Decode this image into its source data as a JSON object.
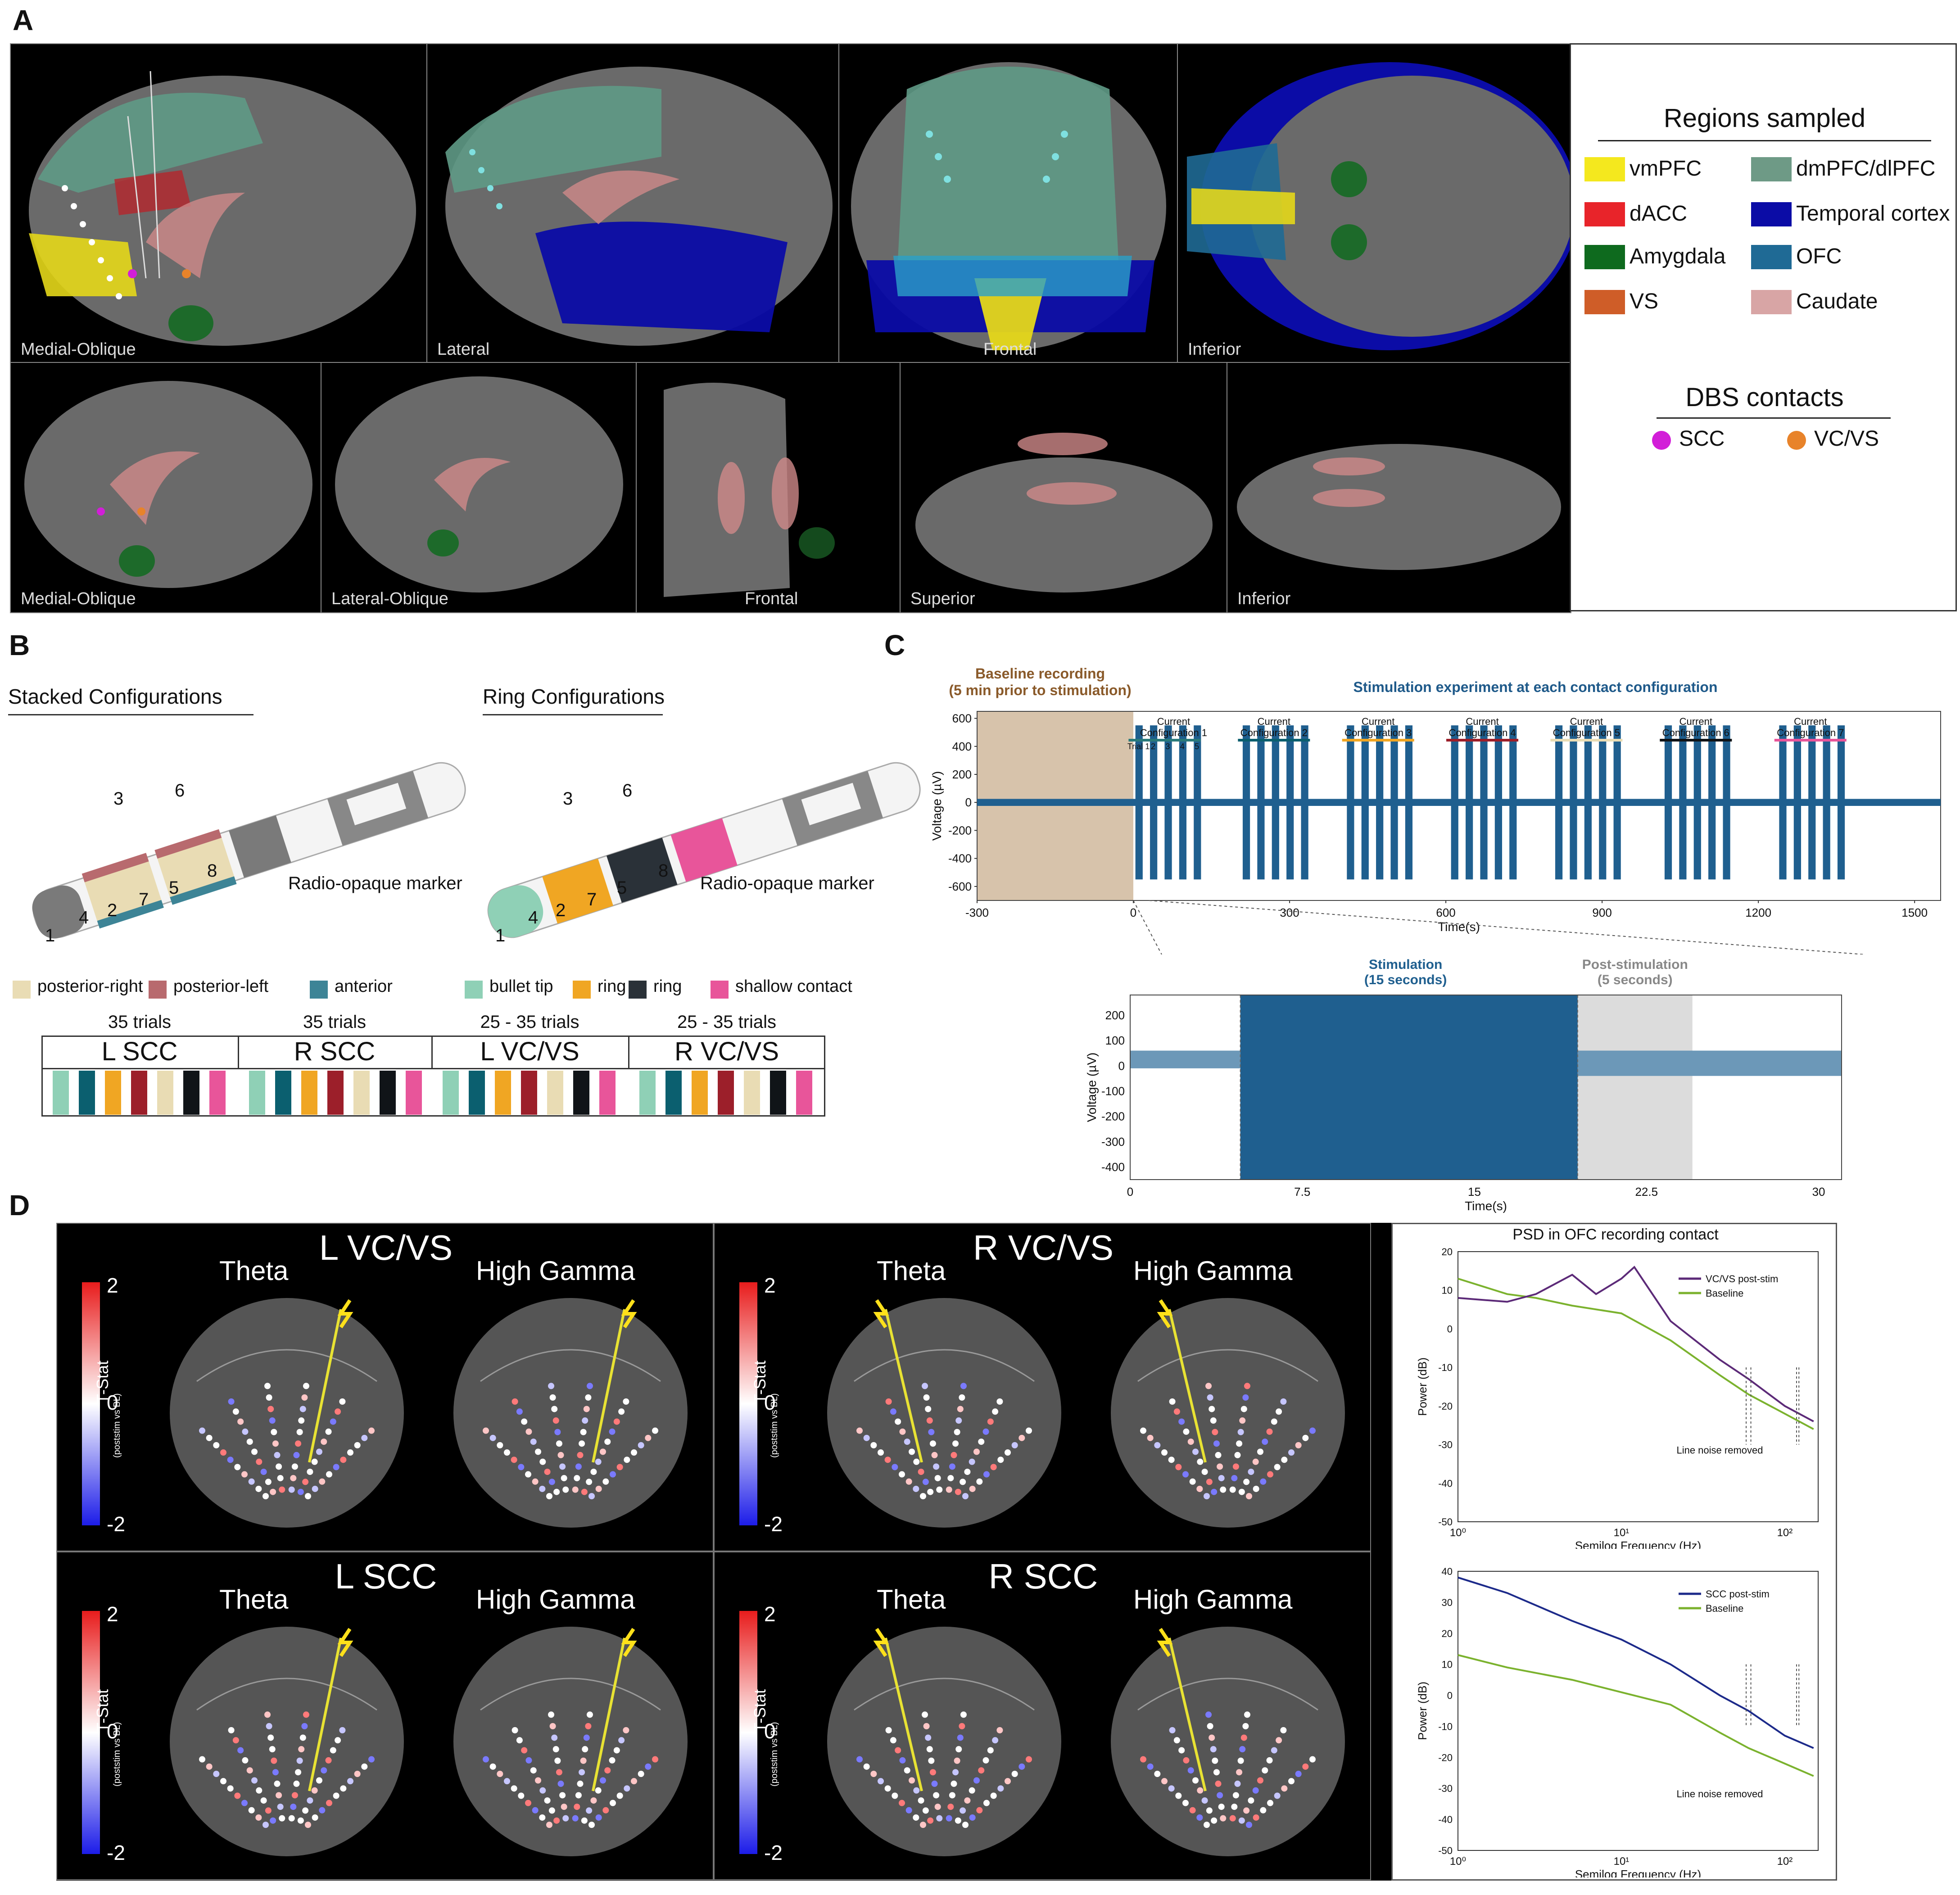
{
  "panels": {
    "A": "A",
    "B": "B",
    "C": "C",
    "D": "D"
  },
  "panelA": {
    "views_top": [
      "Medial-Oblique",
      "Lateral",
      "Frontal",
      "Inferior"
    ],
    "views_bottom": [
      "Medial-Oblique",
      "Lateral-Oblique",
      "Frontal",
      "Superior",
      "Inferior"
    ],
    "legend": {
      "regions_title": "Regions sampled",
      "regions": [
        {
          "label": "vmPFC",
          "color": "#f4e81e"
        },
        {
          "label": "dmPFC/dlPFC",
          "color": "#6e9a86"
        },
        {
          "label": "dACC",
          "color": "#e8242a"
        },
        {
          "label": "Temporal cortex",
          "color": "#0b0ca6"
        },
        {
          "label": "Amygdala",
          "color": "#0e6a1e"
        },
        {
          "label": "OFC",
          "color": "#1f6a95"
        },
        {
          "label": "VS",
          "color": "#cf5d28"
        },
        {
          "label": "Caudate",
          "color": "#d8a5a5"
        }
      ],
      "dbs_title": "DBS contacts",
      "dbs": [
        {
          "label": "SCC",
          "color": "#d21ed8"
        },
        {
          "label": "VC/VS",
          "color": "#e8832a"
        }
      ]
    }
  },
  "panelB": {
    "stacked_title": "Stacked Configurations",
    "ring_title": "Ring Configurations",
    "marker_label": "Radio-opaque marker",
    "stacked_numbers": [
      "1",
      "4",
      "2",
      "7",
      "5",
      "3",
      "6",
      "8"
    ],
    "ring_numbers": [
      "1",
      "4",
      "2",
      "7",
      "5",
      "3",
      "6",
      "8"
    ],
    "legend": [
      {
        "label": "posterior-right",
        "color": "#e9dcb4"
      },
      {
        "label": "posterior-left",
        "color": "#b86a6e"
      },
      {
        "label": "anterior",
        "color": "#3d8496"
      },
      {
        "label": "bullet tip",
        "color": "#8fd0b6"
      },
      {
        "label": "ring",
        "color": "#f0a623"
      },
      {
        "label": "ring",
        "color": "#2a3138"
      },
      {
        "label": "shallow contact",
        "color": "#e8559a"
      }
    ],
    "trial_groups": [
      {
        "trials": "35 trials",
        "name": "L SCC",
        "colors": [
          "#8fd0b6",
          "#0b5f6f",
          "#f0a623",
          "#9c1f2a",
          "#e9dcb4",
          "#101418",
          "#e8559a"
        ]
      },
      {
        "trials": "35 trials",
        "name": "R SCC",
        "colors": [
          "#8fd0b6",
          "#0b5f6f",
          "#f0a623",
          "#9c1f2a",
          "#e9dcb4",
          "#101418",
          "#e8559a"
        ]
      },
      {
        "trials": "25 - 35 trials",
        "name": "L VC/VS",
        "colors": [
          "#8fd0b6",
          "#0b5f6f",
          "#f0a623",
          "#9c1f2a",
          "#e9dcb4",
          "#101418",
          "#e8559a"
        ]
      },
      {
        "trials": "25 - 35 trials",
        "name": "R VC/VS",
        "colors": [
          "#8fd0b6",
          "#0b5f6f",
          "#f0a623",
          "#9c1f2a",
          "#e9dcb4",
          "#101418",
          "#e8559a"
        ]
      }
    ]
  },
  "panelC": {
    "baseline_title": "Baseline recording",
    "baseline_sub": "(5 min prior to stimulation)",
    "stim_title": "Stimulation experiment at each contact configuration",
    "configs": [
      "Current Configuration 1",
      "Current Configuration 2",
      "Current Configuration 3",
      "Current Configuration 4",
      "Current Configuration 5",
      "Current Configuration 6",
      "Current Configuration 7"
    ],
    "config_colors": [
      "#2a7a7a",
      "#0b5f6f",
      "#f0a623",
      "#9c1f2a",
      "#e9dcb4",
      "#101418",
      "#e8559a"
    ],
    "trial_labels": [
      "Trial 1",
      "2",
      "3",
      "4",
      "5"
    ],
    "ylabel": "Voltage (µV)",
    "xlabel": "Time(s)",
    "yticks": [
      "600",
      "400",
      "200",
      "0",
      "-200",
      "-400",
      "-600"
    ],
    "xticks": [
      "-300",
      "0",
      "300",
      "600",
      "900",
      "1200",
      "1500"
    ],
    "inset": {
      "stim_title": "Stimulation",
      "stim_sub": "(15 seconds)",
      "post_title": "Post-stimulation",
      "post_sub": "(5 seconds)",
      "ylabel": "Voltage (µV)",
      "xlabel": "Time(s)",
      "yticks": [
        "200",
        "100",
        "0",
        "-100",
        "-200",
        "-300",
        "-400"
      ],
      "xticks": [
        "0",
        "7.5",
        "15",
        "22.5",
        "30"
      ]
    }
  },
  "panelD": {
    "groups": [
      {
        "title": "L VC/VS",
        "left": "Theta",
        "right": "High Gamma"
      },
      {
        "title": "R VC/VS",
        "left": "Theta",
        "right": "High Gamma"
      },
      {
        "title": "L SCC",
        "left": "Theta",
        "right": "High Gamma"
      },
      {
        "title": "R SCC",
        "left": "Theta",
        "right": "High Gamma"
      }
    ],
    "colorbar": {
      "max": "2",
      "mid": "0",
      "min": "-2",
      "label": "T-Stat",
      "sublabel": "(poststim vs BL)"
    },
    "psd_title": "PSD in OFC recording contact",
    "psd_ylabel": "Power (dB)",
    "psd_xlabel": "Semilog Frequency (Hz)",
    "psd_top": {
      "legend": [
        "VC/VS post-stim",
        "Baseline"
      ],
      "colors": [
        "#5c2a78",
        "#7bb22e"
      ],
      "annotation": "Line noise removed",
      "yticks": [
        "20",
        "10",
        "0",
        "-10",
        "-20",
        "-30",
        "-40",
        "-50"
      ]
    },
    "psd_bottom": {
      "legend": [
        "SCC post-stim",
        "Baseline"
      ],
      "colors": [
        "#1c2a8a",
        "#7bb22e"
      ],
      "annotation": "Line noise removed",
      "yticks": [
        "40",
        "30",
        "20",
        "10",
        "0",
        "-10",
        "-20",
        "-30",
        "-40",
        "-50"
      ]
    },
    "xticks": [
      "10⁰",
      "10¹",
      "10²"
    ]
  }
}
